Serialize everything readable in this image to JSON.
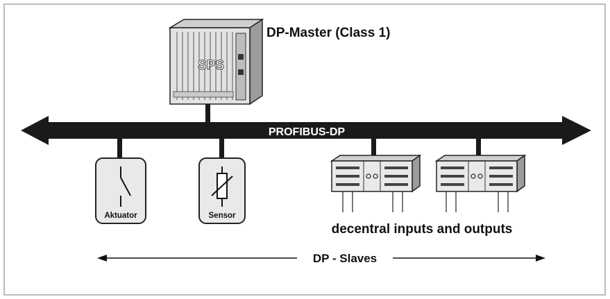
{
  "master": {
    "title": "DP-Master (Class 1)",
    "plc_label": "SPS"
  },
  "bus": {
    "label": "PROFIBUS-DP"
  },
  "slaves": {
    "actuator_label": "Aktuator",
    "sensor_label": "Sensor",
    "io_caption": "decentral inputs and outputs",
    "range_label": "DP - Slaves"
  },
  "colors": {
    "ink": "#1a1a1a",
    "frame": "#bcbcbc",
    "device_fill": "#e9e9e9",
    "bus_text": "#ffffff"
  }
}
